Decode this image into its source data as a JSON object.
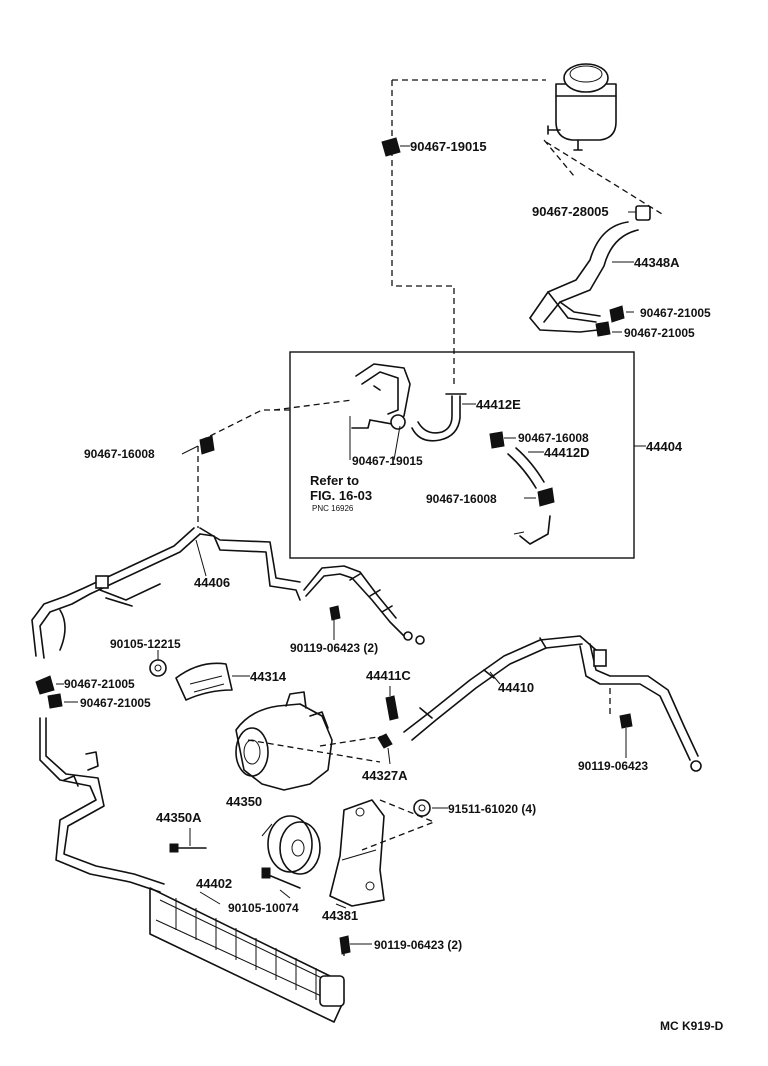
{
  "labels": {
    "p90467_19015_top": "90467-19015",
    "p90467_28005": "90467-28005",
    "p44348A": "44348A",
    "p90467_21005_r1": "90467-21005",
    "p90467_21005_r2": "90467-21005",
    "p44412E": "44412E",
    "p90467_16008_r": "90467-16008",
    "p44404": "44404",
    "p44412D": "44412D",
    "p90467_16008_l": "90467-16008",
    "p90467_19015_box": "90467-19015",
    "refer_line1": "Refer to",
    "refer_line2": "FIG. 16-03",
    "refer_line3": "PNC 16926",
    "p90467_16008_box": "90467-16008",
    "p44406": "44406",
    "p90119_06423_a": "90119-06423 (2)",
    "p90105_12215": "90105-12215",
    "p44314": "44314",
    "p90467_21005_l1": "90467-21005",
    "p90467_21005_l2": "90467-21005",
    "p44411C": "44411C",
    "p44410": "44410",
    "p44327A": "44327A",
    "p90119_06423_b": "90119-06423",
    "p44350": "44350",
    "p44350A": "44350A",
    "p91511_61020": "91511-61020 (4)",
    "p44402": "44402",
    "p90105_10074": "90105-10074",
    "p44381": "44381",
    "p90119_06423_c": "90119-06423 (2)",
    "diagram_code": "MC K919-D"
  }
}
